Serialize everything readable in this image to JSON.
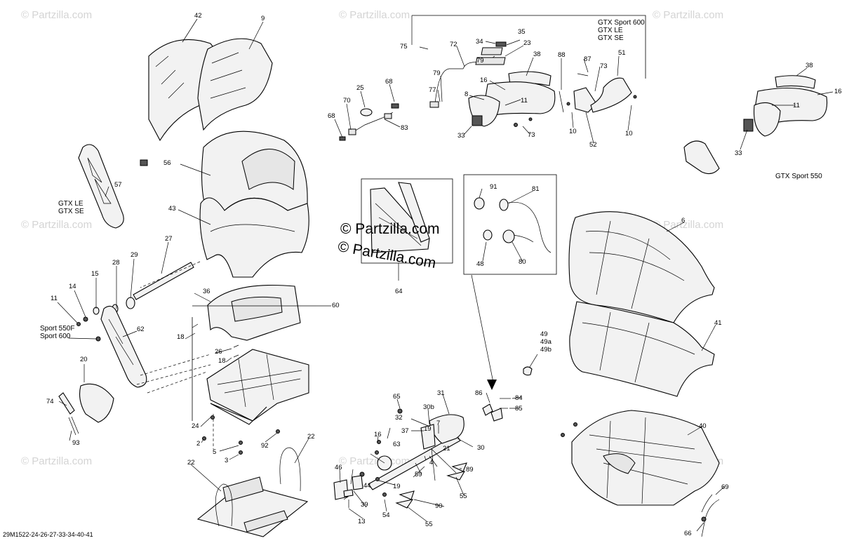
{
  "watermark": {
    "faint": "© Partzilla.com",
    "center": "© Partzilla.com"
  },
  "reference_code": "29M1522-24-26-27-33-34-40-41",
  "model_labels": {
    "gtx_group": [
      "GTX Sport 600",
      "GTX LE",
      "GTX SE"
    ],
    "gtx_le_se": [
      "GTX LE",
      "GTX SE"
    ],
    "sport": [
      "Sport 550F",
      "Sport 600"
    ],
    "gtx_sport_550": "GTX Sport 550"
  },
  "callouts": {
    "c42": "42",
    "c9": "9",
    "c56": "56",
    "c43": "43",
    "c57": "57",
    "c27": "27",
    "c28": "28",
    "c29": "29",
    "c15": "15",
    "c14": "14",
    "c11a": "11",
    "c62": "62",
    "c20": "20",
    "c74": "74",
    "c93": "93",
    "c36": "36",
    "c60": "60",
    "c18a": "18",
    "c26": "26",
    "c18b": "18",
    "c24": "24",
    "c2": "2",
    "c5": "5",
    "c3": "3",
    "c92": "92",
    "c22a": "22",
    "c22b": "22",
    "c75": "75",
    "c72": "72",
    "c34": "34",
    "c35": "35",
    "c23": "23",
    "c79a": "79",
    "c38a": "38",
    "c79b": "79",
    "c77": "77",
    "c16a": "16",
    "c8": "8",
    "c11b": "11",
    "c33a": "33",
    "c73a": "73",
    "c88": "88",
    "c87": "87",
    "c73b": "73",
    "c51": "51",
    "c10a": "10",
    "c52": "52",
    "c10b": "10",
    "c25": "25",
    "c68a": "68",
    "c70": "70",
    "c68b": "68",
    "c83": "83",
    "c38b": "38",
    "c16b": "16",
    "c11c": "11",
    "c33b": "33",
    "c91": "91",
    "c81": "81",
    "c48": "48",
    "c80": "80",
    "c64": "64",
    "c6": "6",
    "c41": "41",
    "c49": "49",
    "c49a": "49a",
    "c49b": "49b",
    "c86": "86",
    "c84": "84",
    "c85": "85",
    "c65": "65",
    "c31": "31",
    "c30b": "30b",
    "c32": "32",
    "c37": "37",
    "c7": "7",
    "c19a": "19",
    "c30": "30",
    "c16c": "16",
    "c63": "63",
    "c21": "21",
    "c59": "59",
    "c4": "4",
    "c89": "89",
    "c55a": "55",
    "c46": "46",
    "c44": "44",
    "c39": "39",
    "c19b": "19",
    "c54": "54",
    "c13": "13",
    "c90": "90",
    "c55b": "55",
    "c40": "40",
    "c69": "69",
    "c66": "66"
  }
}
